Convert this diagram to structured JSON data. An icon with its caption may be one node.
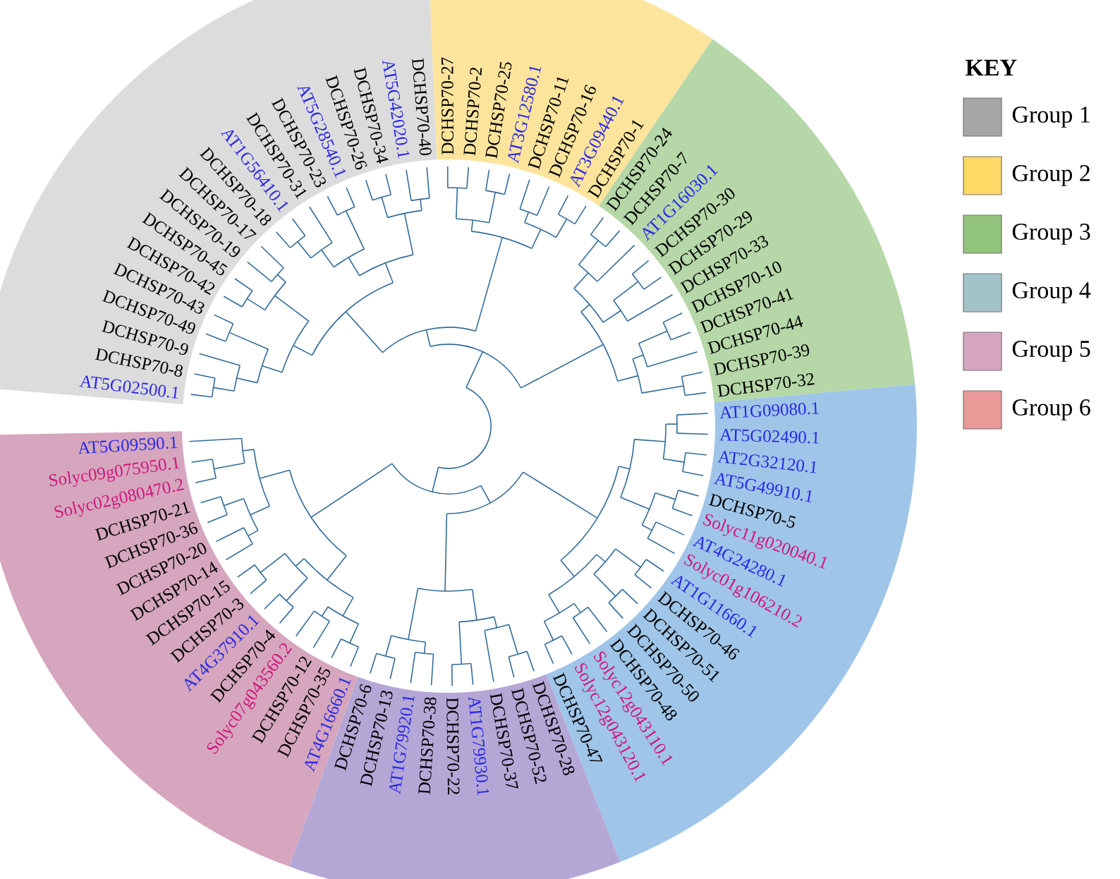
{
  "diagram": {
    "labels": [
      "AT5G02500.1",
      "DCHSP70-8",
      "DCHSP70-9",
      "DCHSP70-49",
      "DCHSP70-43",
      "DCHSP70-42",
      "DCHSP70-45",
      "DCHSP70-19",
      "DCHSP70-17",
      "DCHSP70-18",
      "AT1G56410.1",
      "DCHSP70-31",
      "DCHSP70-23",
      "AT5G28540.1",
      "DCHSP70-26",
      "DCHSP70-34",
      "AT5G42020.1",
      "DCHSP70-40",
      "DCHSP70-27",
      "DCHSP70-2",
      "DCHSP70-25",
      "AT3G12580.1",
      "DCHSP70-11",
      "DCHSP70-16",
      "AT3G09440.1",
      "DCHSP70-1",
      "DCHSP70-24",
      "DCHSP70-7",
      "AT1G16030.1",
      "DCHSP70-30",
      "DCHSP70-29",
      "DCHSP70-33",
      "DCHSP70-10",
      "DCHSP70-41",
      "DCHSP70-44",
      "DCHSP70-39",
      "DCHSP70-32",
      "AT5G09590.1",
      "Solyc09g075950.1",
      "Solyc02g080470.2",
      "DCHSP70-21",
      "DCHSP70-36",
      "DCHSP70-20",
      "DCHSP70-14",
      "DCHSP70-15",
      "DCHSP70-3",
      "AT4G37910.1",
      "DCHSP70-4",
      "Solyc07g043560.2",
      "DCHSP70-12",
      "DCHSP70-35",
      "AT4G16660.1",
      "DCHSP70-6",
      "DCHSP70-13",
      "AT1G79920.1",
      "DCHSP70-38",
      "DCHSP70-22",
      "AT1G79930.1",
      "DCHSP70-37",
      "DCHSP70-52",
      "DCHSP70-28",
      "DCHSP70-47",
      "Solyc12g043120.1",
      "Solyc12g043110.1",
      "DCHSP70-48",
      "DCHSP70-50",
      "DCHSP70-51",
      "DCHSP70-46",
      "AT1G11660.1",
      "Solyc01g106210.2",
      "AT4G24280.1",
      "Solyc11g020040.1",
      "DCHSP70-5",
      "AT5G49910.1",
      "AT2G32120.1",
      "AT5G02490.1",
      "AT1G09080.1",
      "KEY"
    ],
    "legend": [
      {
        "text": "Group 1",
        "color": "#a6a6a6"
      },
      {
        "text": "Group 2",
        "color": "#ffd966"
      },
      {
        "text": "Group 3",
        "color": "#93c47d"
      },
      {
        "text": "Group 4",
        "color": "#a2c4c9"
      },
      {
        "text": "Group 5",
        "color": "#d5a6bd"
      },
      {
        "text": "Group 6",
        "color": "#ea9999"
      }
    ]
  }
}
